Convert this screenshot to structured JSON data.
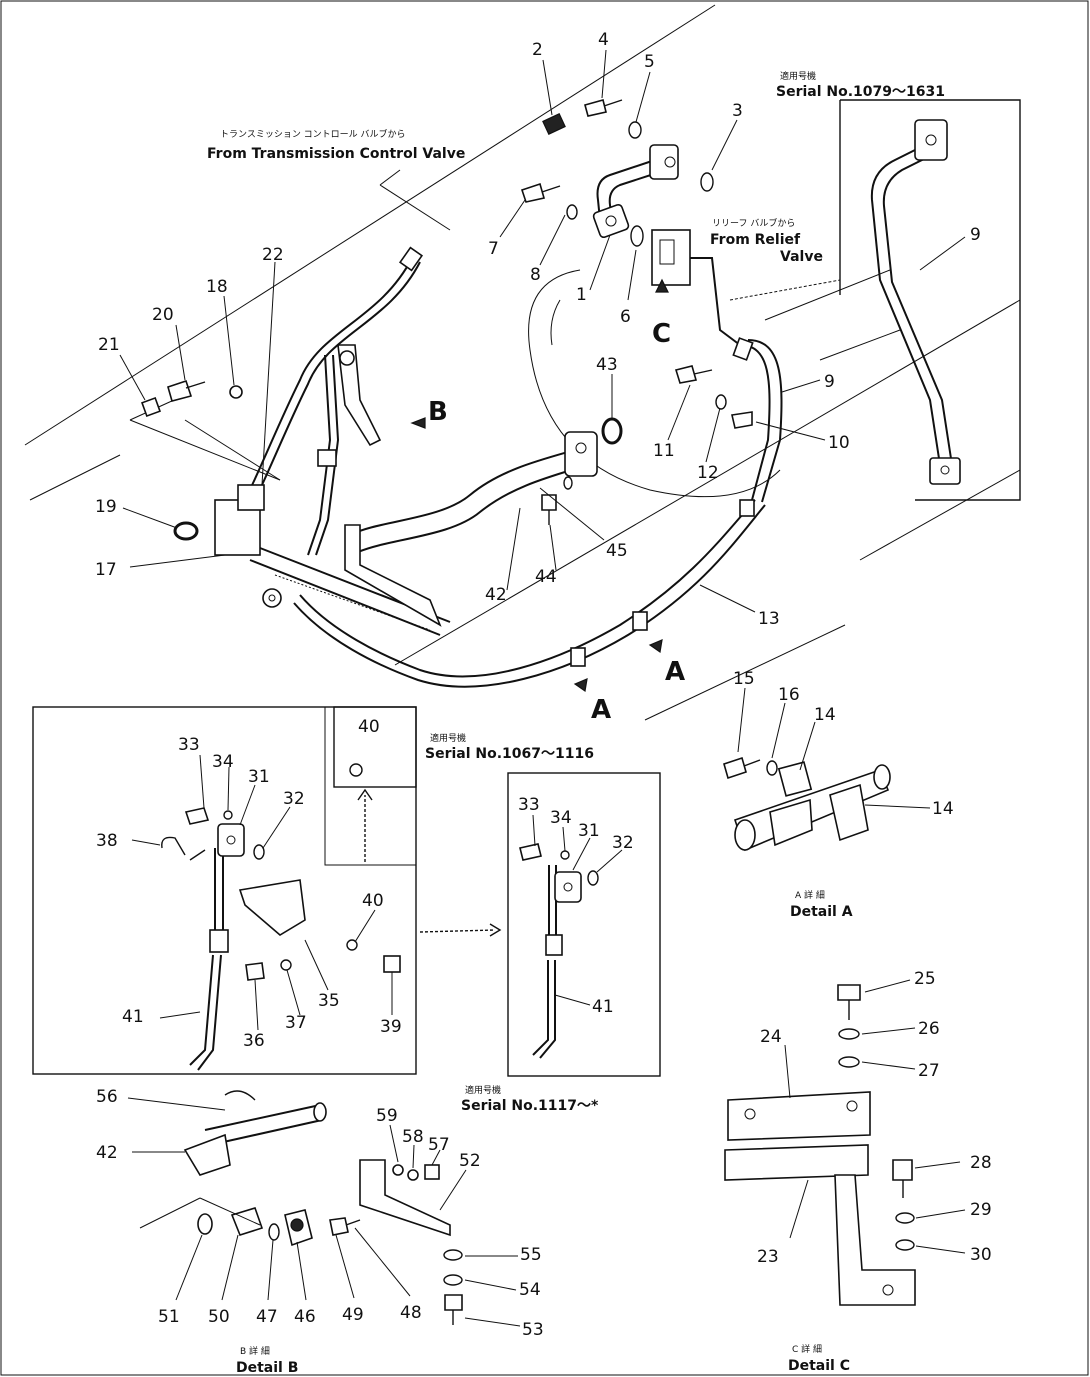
{
  "captions": {
    "transmission_jp": "トランスミッション コントロール バルブから",
    "transmission_en": "From Transmission Control Valve",
    "relief_jp": "リリーフ バルブから",
    "relief_en1": "From Relief",
    "relief_en2": "Valve",
    "serial_top_jp": "適用号機",
    "serial_top": "Serial No.1079～1631",
    "serial_mid_jp": "適用号機",
    "serial_mid": "Serial No.1067～1116",
    "serial_right_jp": "適用号機",
    "serial_right": "Serial No.1117～*",
    "detail_a_jp": "A 詳 細",
    "detail_a": "Detail A",
    "detail_b_jp": "B 詳 細",
    "detail_b": "Detail B",
    "detail_c_jp": "C 詳 細",
    "detail_c": "Detail C"
  },
  "view_markers": {
    "a1": "A",
    "a2": "A",
    "b": "B",
    "c": "C"
  },
  "part_numbers": {
    "p1": "1",
    "p2": "2",
    "p3": "3",
    "p4": "4",
    "p5": "5",
    "p6": "6",
    "p7": "7",
    "p8": "8",
    "p9a": "9",
    "p9b": "9",
    "p10": "10",
    "p11": "11",
    "p12": "12",
    "p13": "13",
    "p14a": "14",
    "p14b": "14",
    "p15": "15",
    "p16": "16",
    "p17": "17",
    "p18": "18",
    "p19": "19",
    "p20": "20",
    "p21": "21",
    "p22": "22",
    "p23": "23",
    "p24": "24",
    "p25": "25",
    "p26": "26",
    "p27": "27",
    "p28": "28",
    "p29": "29",
    "p30": "30",
    "p31a": "31",
    "p31b": "31",
    "p32a": "32",
    "p32b": "32",
    "p33a": "33",
    "p33b": "33",
    "p34a": "34",
    "p34b": "34",
    "p35": "35",
    "p36": "36",
    "p37": "37",
    "p38": "38",
    "p39": "39",
    "p40a": "40",
    "p40b": "40",
    "p41a": "41",
    "p41b": "41",
    "p42a": "42",
    "p42b": "42",
    "p43": "43",
    "p44": "44",
    "p45": "45",
    "p46": "46",
    "p47": "47",
    "p48": "48",
    "p49": "49",
    "p50": "50",
    "p51": "51",
    "p52": "52",
    "p53": "53",
    "p54": "54",
    "p55": "55",
    "p56": "56",
    "p57": "57",
    "p58": "58",
    "p59": "59"
  }
}
